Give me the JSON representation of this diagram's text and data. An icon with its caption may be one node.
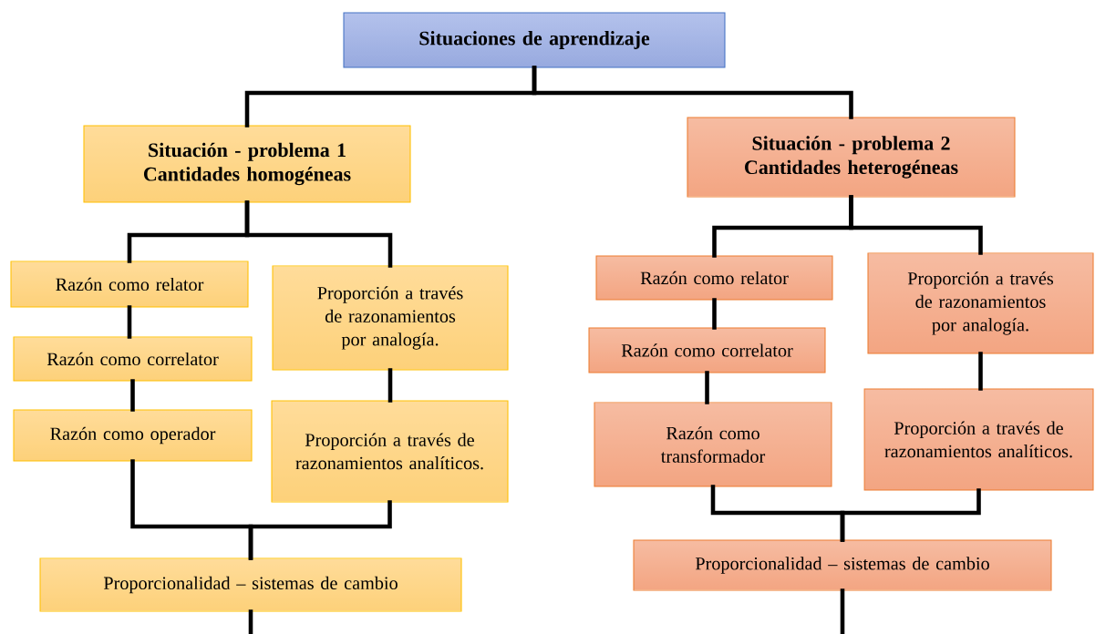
{
  "diagram": {
    "nodes": [
      {
        "text": [
          "Situaciones de aprendizaje"
        ]
      },
      {
        "text": [
          "Situación - problema 1",
          "Cantidades homogéneas"
        ]
      },
      {
        "text": [
          "Razón como relator"
        ]
      },
      {
        "text": [
          "Razón como correlator"
        ]
      },
      {
        "text": [
          "Razón como operador"
        ]
      },
      {
        "text": [
          "Proporción a través de razonamientos por analogía."
        ]
      },
      {
        "text": [
          "Proporción a través de razonamientos analíticos."
        ]
      },
      {
        "text": [
          "Proporcionalidad – sistemas de cambio"
        ]
      },
      {
        "text": [
          "Situación - problema 2",
          "Cantidades heterogéneas"
        ]
      },
      {
        "text": [
          "Razón como relator"
        ]
      },
      {
        "text": [
          "Razón como correlator"
        ]
      },
      {
        "text": [
          "Razón como transformador"
        ]
      },
      {
        "text": [
          "Proporción a través de razonamientos por analogía."
        ]
      },
      {
        "text": [
          "Proporción a través de razonamientos analíticos."
        ]
      },
      {
        "text": [
          "Proporcionalidad – sistemas de cambio"
        ]
      }
    ],
    "edges": [
      {
        "from": 0,
        "to": 1,
        "arrow": "none"
      },
      {
        "from": 0,
        "to": 8,
        "arrow": "none"
      },
      {
        "from": 1,
        "to": 2,
        "arrow": "none"
      },
      {
        "from": 1,
        "to": 5,
        "arrow": "none"
      },
      {
        "from": 2,
        "to": 3,
        "arrow": "none"
      },
      {
        "from": 3,
        "to": 4,
        "arrow": "none"
      },
      {
        "from": 5,
        "to": 6,
        "arrow": "none"
      },
      {
        "from": 4,
        "to": 7,
        "arrow": "none"
      },
      {
        "from": 6,
        "to": 7,
        "arrow": "none"
      },
      {
        "from": 7,
        "to": null,
        "arrow": "none"
      },
      {
        "from": 8,
        "to": 9,
        "arrow": "none"
      },
      {
        "from": 8,
        "to": 12,
        "arrow": "none"
      },
      {
        "from": 9,
        "to": 10,
        "arrow": "none"
      },
      {
        "from": 10,
        "to": 11,
        "arrow": "none"
      },
      {
        "from": 12,
        "to": 13,
        "arrow": "none"
      },
      {
        "from": 11,
        "to": 14,
        "arrow": "none"
      },
      {
        "from": 13,
        "to": 14,
        "arrow": "none"
      },
      {
        "from": 14,
        "to": null,
        "arrow": "none"
      }
    ]
  }
}
